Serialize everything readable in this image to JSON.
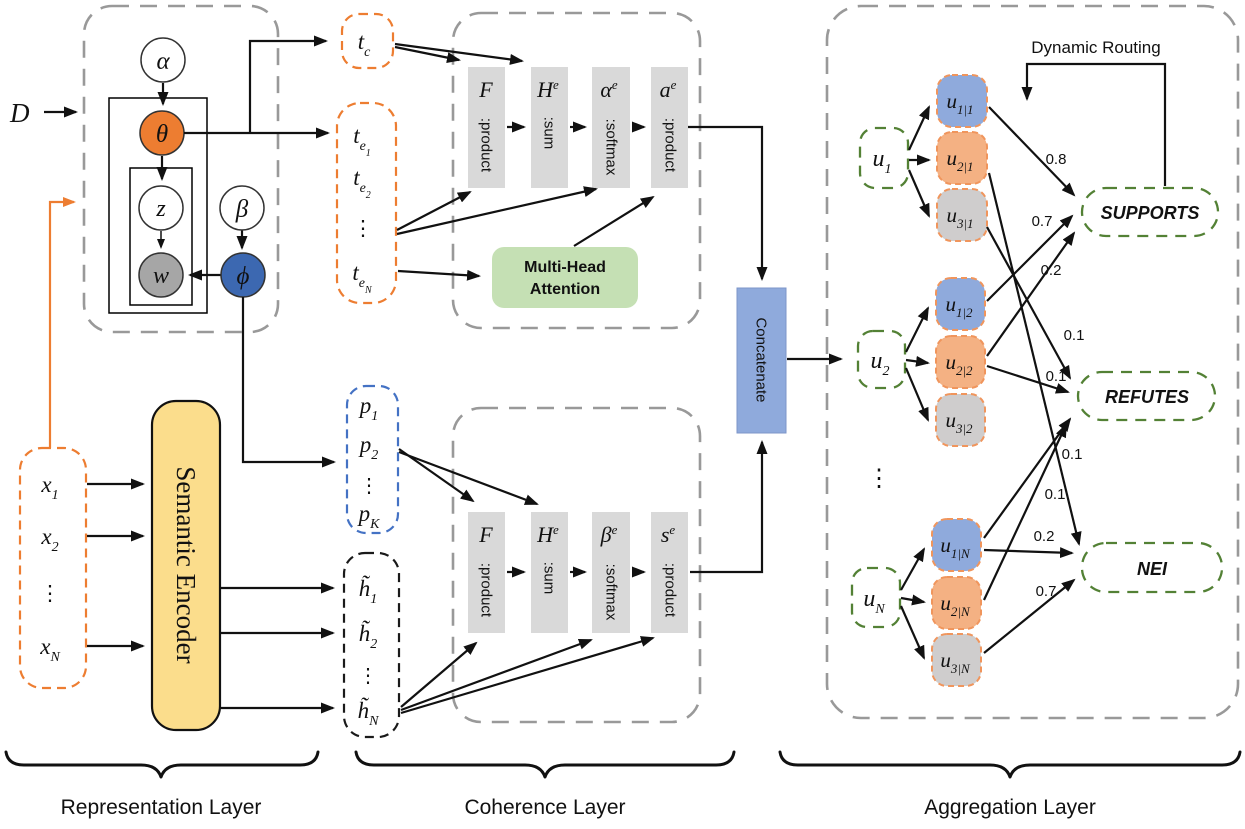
{
  "figure": {
    "layers": [
      {
        "label": "Representation Layer"
      },
      {
        "label": "Coherence Layer"
      },
      {
        "label": "Aggregation Layer"
      }
    ],
    "plate": {
      "D": "D",
      "alpha": "α",
      "theta": "θ",
      "z": "z",
      "w": "w",
      "beta": "β",
      "phi": "ϕ"
    },
    "inputs": {
      "items": [
        {
          "main": "x",
          "sub": "1"
        },
        {
          "main": "x",
          "sub": "2"
        },
        {
          "main": "x",
          "sub": "N"
        }
      ],
      "dots": "⋮"
    },
    "encoder_label": "Semantic Encoder",
    "claim_topic": {
      "main": "t",
      "sub": "c"
    },
    "evidence_topics": {
      "items": [
        {
          "main": "t",
          "sub": "e",
          "subsub": "1"
        },
        {
          "main": "t",
          "sub": "e",
          "subsub": "2"
        },
        {
          "main": "t",
          "sub": "e",
          "subsub": "N"
        }
      ],
      "dots": "⋮"
    },
    "topic_props": {
      "items": [
        {
          "main": "p",
          "sub": "1"
        },
        {
          "main": "p",
          "sub": "2"
        },
        {
          "main": "p",
          "sub": "K"
        }
      ],
      "dots": "⋮"
    },
    "hidden_states": {
      "items": [
        {
          "main": "h̃",
          "sub": "1"
        },
        {
          "main": "h̃",
          "sub": "2"
        },
        {
          "main": "h̃",
          "sub": "N"
        }
      ],
      "dots": "⋮"
    },
    "coherence_top": {
      "bars": [
        {
          "head": "F",
          "sup": "",
          "op": ":product"
        },
        {
          "head": "H",
          "sup": "e",
          "op": ":sum"
        },
        {
          "head": "α",
          "sup": "e",
          "op": ":softmax"
        },
        {
          "head": "a",
          "sup": "e",
          "op": ":product"
        }
      ],
      "mha_line1": "Multi-Head",
      "mha_line2": "Attention"
    },
    "coherence_bottom": {
      "bars": [
        {
          "head": "F",
          "sup": "",
          "op": ":product"
        },
        {
          "head": "H",
          "sup": "e",
          "op": ":sum"
        },
        {
          "head": "β",
          "sup": "e",
          "op": ":softmax"
        },
        {
          "head": "s",
          "sup": "e",
          "op": ":product"
        }
      ]
    },
    "concatenate_label": "Concatenate",
    "aggregation": {
      "dynamic_routing": "Dynamic Routing",
      "dots": "⋮",
      "groups": [
        {
          "u": {
            "main": "u",
            "sub": "1"
          },
          "caps": [
            {
              "main": "u",
              "sub": "1|1"
            },
            {
              "main": "u",
              "sub": "2|1"
            },
            {
              "main": "u",
              "sub": "3|1"
            }
          ]
        },
        {
          "u": {
            "main": "u",
            "sub": "2"
          },
          "caps": [
            {
              "main": "u",
              "sub": "1|2"
            },
            {
              "main": "u",
              "sub": "2|2"
            },
            {
              "main": "u",
              "sub": "3|2"
            }
          ]
        },
        {
          "u": {
            "main": "u",
            "sub": "N"
          },
          "caps": [
            {
              "main": "u",
              "sub": "1|N"
            },
            {
              "main": "u",
              "sub": "2|N"
            },
            {
              "main": "u",
              "sub": "3|N"
            }
          ]
        }
      ],
      "classes": [
        {
          "label": "SUPPORTS"
        },
        {
          "label": "REFUTES"
        },
        {
          "label": "NEI"
        }
      ],
      "edge_labels": [
        "0.8",
        "0.7",
        "0.2",
        "0.1",
        "0.1",
        "0.1",
        "0.1",
        "0.2",
        "0.7"
      ]
    },
    "colors": {
      "orange": "#ED7D31",
      "theta_fill": "#ED7D31",
      "phi_fill": "#3C68B1",
      "w_fill": "#A6A6A6",
      "encoder_yellow": "#FBDD8C",
      "mha_green": "#C5E0B4",
      "concat_blue": "#8FAADC",
      "bar_gray": "#D9D9D9",
      "cap_blue": "#8FAADC",
      "cap_orange": "#F4B183",
      "cap_gray": "#CFCDCD",
      "class_green": "#538135",
      "p_blue": "#4472C4"
    }
  }
}
